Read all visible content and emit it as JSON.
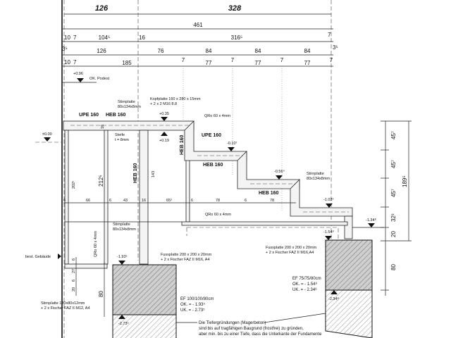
{
  "drawing": {
    "dims_top": {
      "a": "126",
      "b": "328"
    },
    "dim_total": "461",
    "dims_row3": [
      "10",
      "7",
      "104⁵",
      "16",
      "316⁵",
      "7"
    ],
    "dims_row4": [
      "3⁵",
      "126",
      "76",
      "84",
      "84",
      "84",
      "3⁵"
    ],
    "dims_row5": [
      "10",
      "7",
      "185",
      "7",
      "77",
      "7",
      "77",
      "7",
      "77",
      "7"
    ],
    "podest": {
      "level": "+0.96",
      "label": "OK. Podest"
    },
    "levels": {
      "zero": "±0.00",
      "p035": "+0.35",
      "p019": "+0.19",
      "m010": "-0.10⁷",
      "m056": "-0.56⁴",
      "m102": "-1.02²",
      "m134": "-1.34⁸",
      "m154": "-1.54⁸",
      "m193": "-1.93⁵",
      "m273": "-2.73⁵",
      "m234": "-2.34⁸"
    },
    "labels": {
      "upe1": "UPE 160",
      "heb1": "HEB 160",
      "heb_col": "HEB 160",
      "heb_step1": "HEB 160",
      "upe2": "UPE 160",
      "heb2": "HEB 160",
      "heb3": "HEB 160",
      "stirn1a": "Stirnplatte",
      "stirn1b": "80x134x8mm",
      "kopf1": "Kopfplatte 160 x 280 x 15mm",
      "kopf2": "+ 2 x 2 M16  8.8",
      "steife1": "Steife",
      "steife2": "t = 8mm",
      "qro1": "QRo 60 x 4mm",
      "qro2": "QRo 60 x 4mm",
      "qro3": "QRo 60 x 4mm",
      "stirn2a": "Stirnplatte",
      "stirn2b": "80x134x8mm",
      "stirn3a": "Stirnplatte",
      "stirn3b": "80x134x8mm",
      "fuss1a": "Fussplatte 200 x 200 x 20mm",
      "fuss1b": "+ 2 x Fischer FAZ II  M16, A4",
      "fuss2a": "Fussplatte 200 x 200 x 20mm",
      "fuss2b": "+ 2 x Fischer FAZ II  M16,A4",
      "stirn4a": "Stirnplatte 180x80x12mm",
      "stirn4b": "+ 2 x Fischer FAZ II  M12, A4",
      "gebaeude": "best. Gebäude"
    },
    "inner_dims": {
      "h202": "202⁵",
      "h212": "212⁵",
      "h143": "143",
      "w6a": "6",
      "w66": "66",
      "w6b": "6",
      "w43": "43",
      "w16": "16",
      "w65": "65⁵",
      "w6c": "6",
      "w78a": "78",
      "w6d": "6",
      "w78b": "78",
      "h16": "16",
      "v6a": "6",
      "v27": "27",
      "v6b": "6",
      "v20": "20",
      "v80": "80"
    },
    "right_dims": {
      "d1": "45⁷",
      "d2": "45⁷",
      "d3": "45⁷",
      "d4": "32³",
      "d5": "20",
      "d6": "80",
      "total": "189⁵"
    },
    "ef1": {
      "name": "EF 100/100/80cm",
      "ok": "OK. = - 1.93⁵",
      "uk": "UK. = - 2.73⁵"
    },
    "ef2": {
      "name": "EF 75/75/80cm",
      "ok": "OK. = - 1.54⁸",
      "uk": "UK. = - 2.34⁸"
    },
    "note": [
      "Die Tiefergründungen (Magerbeton)",
      "sind bis auf tragfähigen Baugrund (frostfrei) zu gründen,",
      "aber min. bis zu einer Tiefe, dass die Unterkante der Fundamente"
    ]
  }
}
